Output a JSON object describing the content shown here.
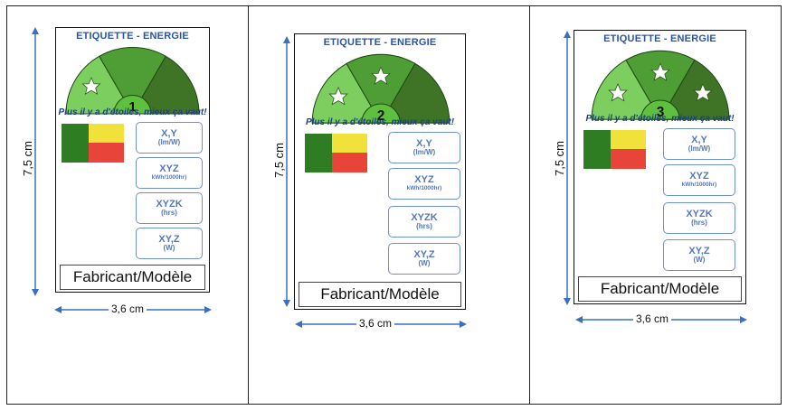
{
  "labels": [
    {
      "title": "ETIQUETTE - ENERGIE",
      "rating": "1",
      "stars": 1,
      "slogan": "Plus il y a d'étoiles, mieux ça vaut!",
      "boxes": [
        {
          "value": "X,Y",
          "unit": "(lm/W)"
        },
        {
          "value": "XYZ",
          "unit": "kWh/1000hr)"
        },
        {
          "value": "XYZK",
          "unit": "(hrs)"
        },
        {
          "value": "XY,Z",
          "unit": "(W)"
        }
      ],
      "maker": "Fabricant/Modèle",
      "height_label": "7,5 cm",
      "width_label": "3,6 cm"
    },
    {
      "title": "ETIQUETTE - ENERGIE",
      "rating": "2",
      "stars": 2,
      "slogan": "Plus il y a d'étoiles, mieux ça vaut!",
      "boxes": [
        {
          "value": "X,Y",
          "unit": "(lm/W)"
        },
        {
          "value": "XYZ",
          "unit": "kWh/1000hr)"
        },
        {
          "value": "XYZK",
          "unit": "(hrs)"
        },
        {
          "value": "XY,Z",
          "unit": "(W)"
        }
      ],
      "maker": "Fabricant/Modèle",
      "height_label": "7,5 cm",
      "width_label": "3,6 cm"
    },
    {
      "title": "ETIQUETTE - ENERGIE",
      "rating": "3",
      "stars": 3,
      "slogan": "Plus il y a d'étoiles, mieux ça vaut!",
      "boxes": [
        {
          "value": "X,Y",
          "unit": "(lm/W)"
        },
        {
          "value": "XYZ",
          "unit": "kWh/1000hr)"
        },
        {
          "value": "XYZK",
          "unit": "(hrs)"
        },
        {
          "value": "XY,Z",
          "unit": "(W)"
        }
      ],
      "maker": "Fabricant/Modèle",
      "height_label": "7,5 cm",
      "width_label": "3,6 cm"
    }
  ],
  "colors": {
    "sector_light": "#7ccf5e",
    "sector_mid": "#4f9d35",
    "sector_dark": "#3f7426",
    "hub": "#5fbf3f",
    "title_blue": "#2a55a0",
    "box_blue": "#6f8fcf",
    "arrow_blue": "#3b6fc0"
  }
}
